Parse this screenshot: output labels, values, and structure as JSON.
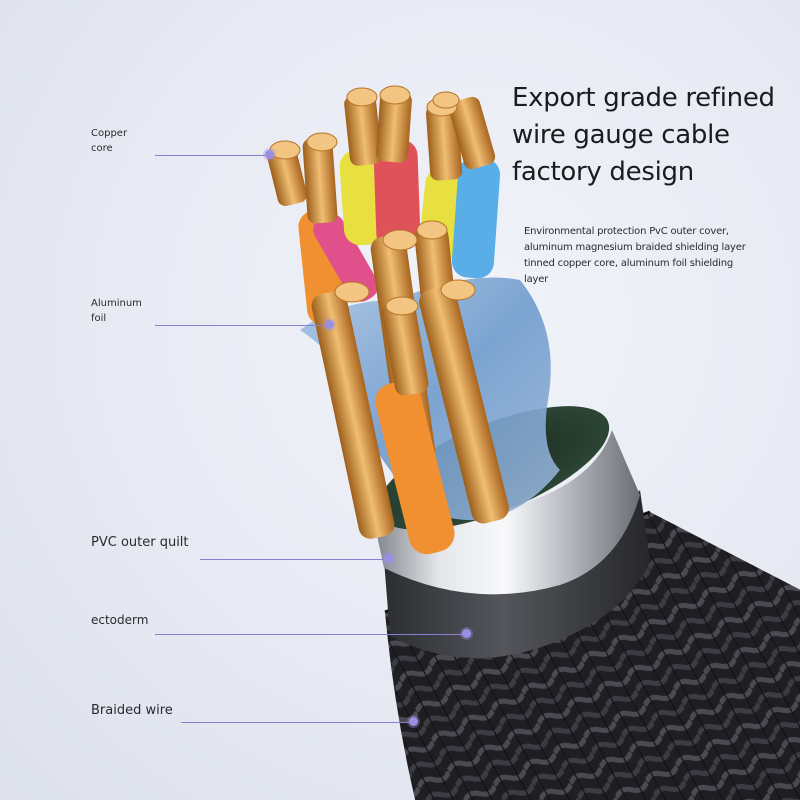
{
  "headline": {
    "line1": "Export grade refined",
    "line2": "wire gauge cable",
    "line3": "factory design"
  },
  "description": {
    "line1": "Environmental protection PvC outer cover,",
    "line2": "aluminum magnesium braided shielding layer",
    "line3": "tinned copper core, aluminum foil shielding",
    "line4": "layer"
  },
  "callouts": {
    "copper_core": {
      "line1": "Copper",
      "line2": "core"
    },
    "aluminum_foil": {
      "line1": "Aluminum",
      "line2": "foil"
    },
    "pvc_outer_quilt": "PVC outer quilt",
    "ectoderm": "ectoderm",
    "braided_wire": "Braided wire"
  },
  "colors": {
    "callout_line": "#8a7fd0",
    "callout_dot": "#9b8fe2",
    "copper": "#d99a45",
    "wire_orange": "#f09030",
    "wire_yellow": "#e8e040",
    "wire_red": "#e0525a",
    "wire_blue": "#5aaee8",
    "wire_pink": "#e0508a",
    "braid": "#2a2a2e"
  }
}
